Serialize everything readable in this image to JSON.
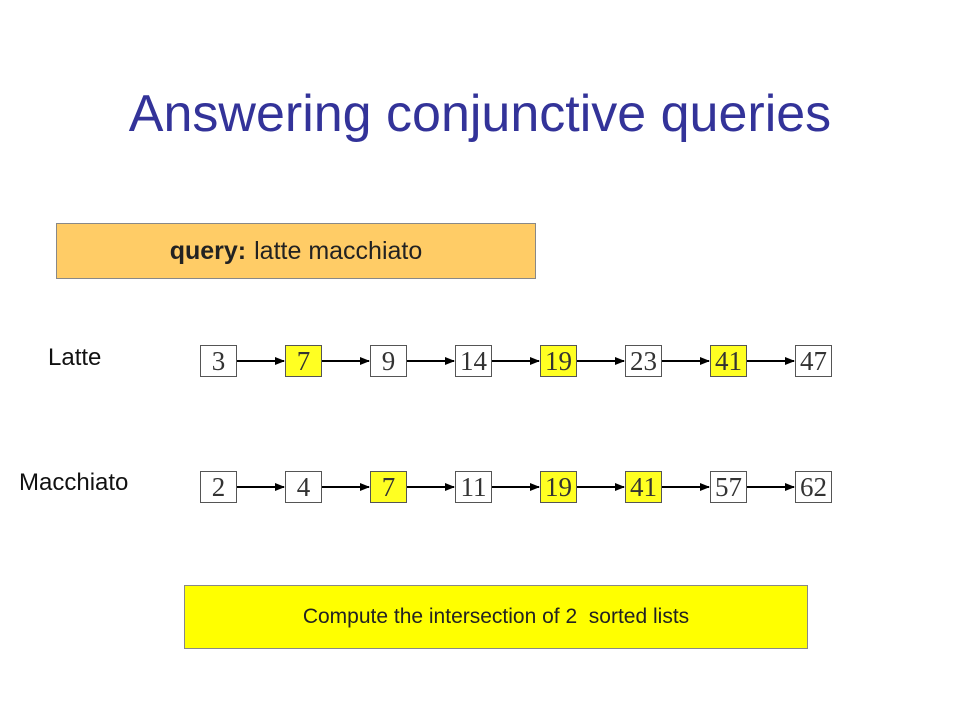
{
  "slide": {
    "title": "Answering conjunctive queries",
    "query": {
      "keyword": "query:",
      "text": "latte macchiato"
    },
    "note": "Compute the intersection of 2  sorted lists"
  },
  "lists": [
    {
      "label": "Latte",
      "values": [
        "3",
        "7",
        "9",
        "14",
        "19",
        "23",
        "41",
        "47"
      ],
      "highlighted": [
        false,
        true,
        false,
        false,
        true,
        false,
        true,
        false
      ]
    },
    {
      "label": "Macchiato",
      "values": [
        "2",
        "4",
        "7",
        "11",
        "19",
        "41",
        "57",
        "62"
      ],
      "highlighted": [
        false,
        false,
        true,
        false,
        true,
        true,
        false,
        false
      ]
    }
  ],
  "colors": {
    "title": "#333399",
    "query_box": "#ffcc66",
    "highlight": "#ffff22",
    "note_box": "#ffff00"
  }
}
